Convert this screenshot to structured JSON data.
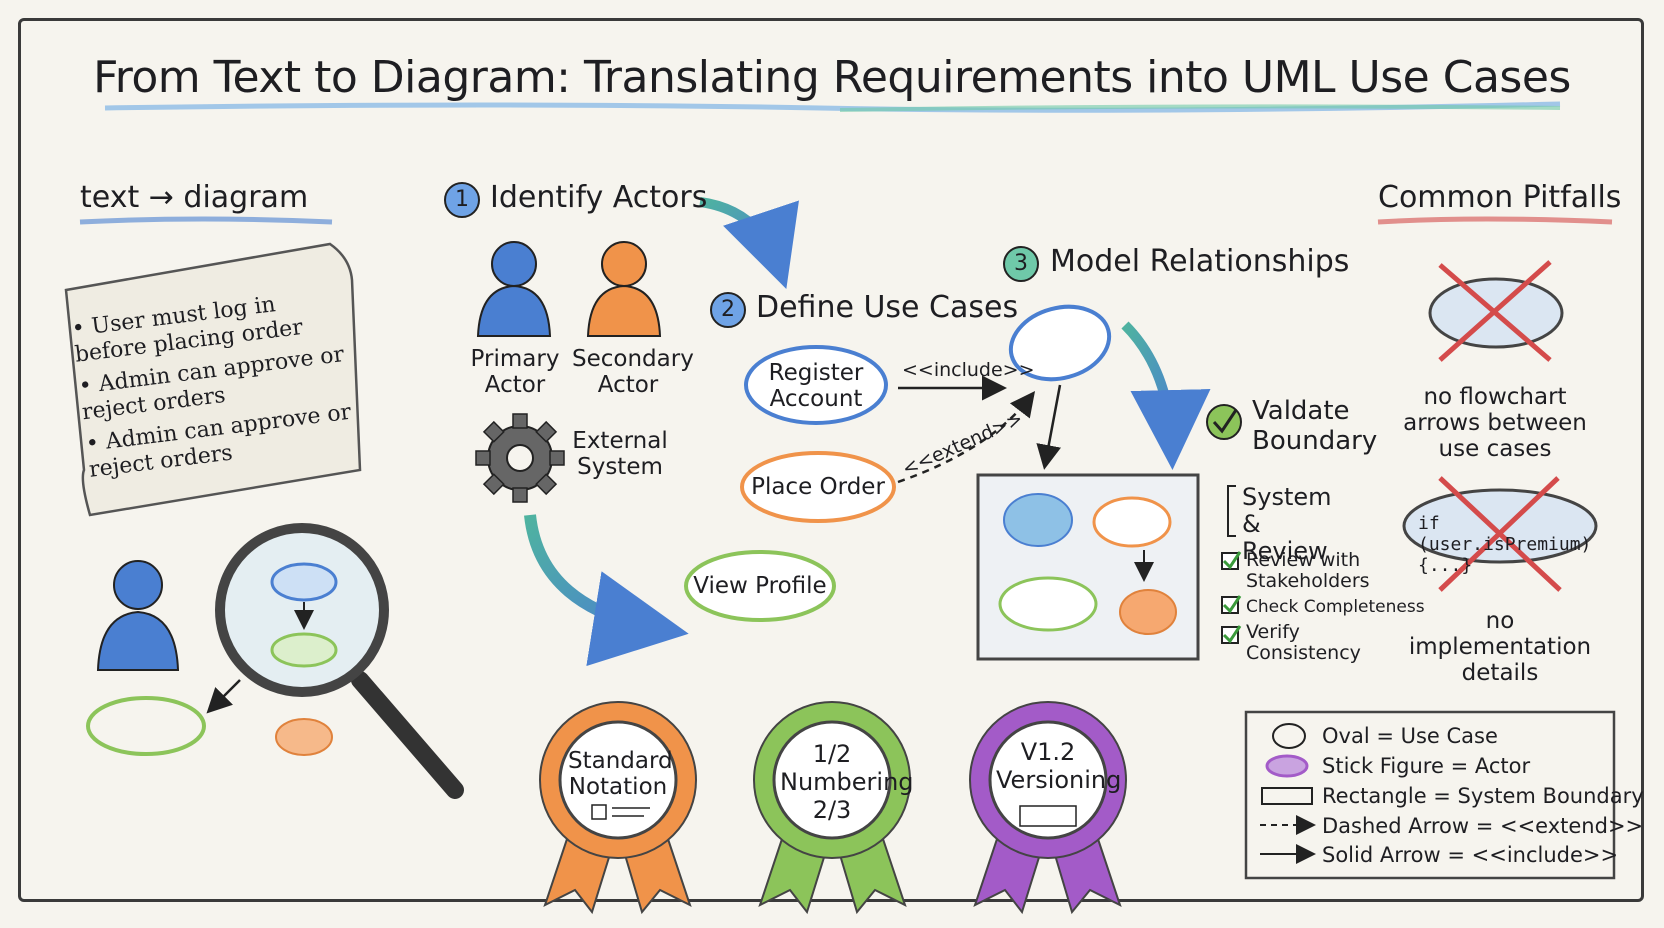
{
  "title": "From Text to Diagram: Translating Requirements into UML Use Cases",
  "left": {
    "heading": "text → diagram",
    "note_items": [
      "• User must log in before placing order",
      "• Admin can approve or reject orders",
      "• Admin can approve or reject orders"
    ]
  },
  "steps": {
    "step1": {
      "num": "1",
      "label": "Identify Actors"
    },
    "step2": {
      "num": "2",
      "label": "Define Use Cases"
    },
    "step3": {
      "num": "3",
      "label": "Model Relationships"
    }
  },
  "actors": {
    "primary": "Primary Actor",
    "secondary": "Secondary Actor",
    "external": "External System"
  },
  "use_cases": {
    "register": "Register Account",
    "place_order": "Place Order",
    "view_profile": "View Profile",
    "include_label": "<<include>>",
    "extend_label": "<<extend>>"
  },
  "validate": {
    "title": "Valdate Boundary",
    "subtitle": "System & Review",
    "checks": [
      "Review with Stakeholders",
      "Check Completeness",
      "Verify Consistency"
    ]
  },
  "pitfalls": {
    "heading": "Common Pitfalls",
    "p1": "no flowchart arrows between use cases",
    "code": "if (user.isPremium) {...}",
    "p2": "no implementation details"
  },
  "badges": [
    {
      "text": "Standard Notation",
      "color": "#f0934a"
    },
    {
      "text": "1/2 Numbering 2/3",
      "color": "#8cc45a"
    },
    {
      "text": "V1.2 Versioning",
      "color": "#a35bc8"
    }
  ],
  "legend": [
    "Oval = Use Case",
    "Stick Figure = Actor",
    "Rectangle = System Boundary",
    "Dashed Arrow = <<extend>>",
    "Solid Arrow = <<include>>"
  ],
  "colors": {
    "blue": "#4a7fd1",
    "orange": "#f0934a",
    "green": "#8cc45a",
    "teal": "#4fb3a0",
    "purple": "#a35bc8",
    "red": "#d44b4b"
  }
}
